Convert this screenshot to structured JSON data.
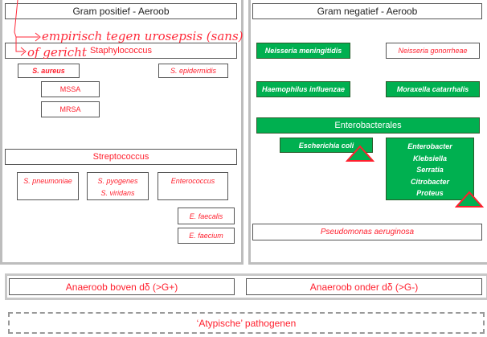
{
  "gram_positive": {
    "title": "Gram positief - Aeroob",
    "staph": {
      "label": "Staphylococcus",
      "s_aureus": "S. aureus",
      "s_epidermidis": "S. epidermidis",
      "mssa": "MSSA",
      "mrsa": "MRSA"
    },
    "strep": {
      "label": "Streptococcus",
      "s_pneumoniae": "S. pneumoniae",
      "s_pyogenes": "S. pyogenes",
      "s_viridans": "S. viridans",
      "enterococcus": "Enterococcus",
      "e_faecalis": "E. faecalis",
      "e_faecium": "E. faecium"
    }
  },
  "gram_negative": {
    "title": "Gram negatief - Aeroob",
    "n_meningitidis": "Neisseria meningitidis",
    "n_gonorrheae": "Neisseria gonorrheae",
    "haemophilus": "Haemophilus influenzae",
    "moraxella": "Moraxella catarrhalis",
    "enterobacterales": {
      "label": "Enterobacterales",
      "e_coli": "Escherichia coli",
      "group": [
        "Enterobacter",
        "Klebsiella",
        "Serratia",
        "Citrobacter",
        "Proteus"
      ]
    },
    "pseudomonas": "Pseudomonas aeruginosa"
  },
  "anaerobes": {
    "above": "Anaeroob boven dδ (>G+)",
    "below": "Anaeroob onder dδ (>G-)"
  },
  "atypical": "‘Atypische’ pathogenen",
  "annotations": {
    "line1": "empirisch tegen urosepsis (sans)",
    "line2": "of gericht"
  },
  "colors": {
    "green": "#00b050",
    "red": "#ff1f2d",
    "annotation": "#ff2a3a"
  }
}
